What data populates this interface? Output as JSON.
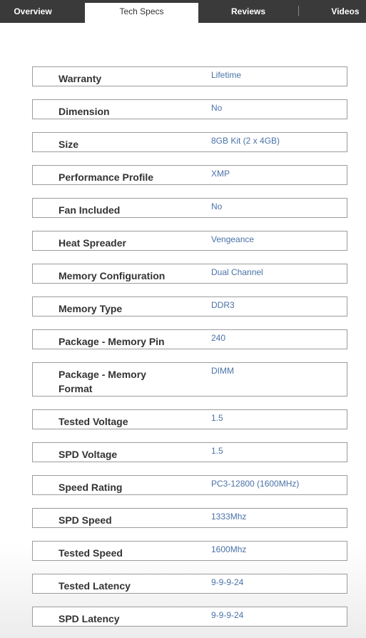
{
  "tabs": [
    {
      "label": "Overview"
    },
    {
      "label": "Tech Specs"
    },
    {
      "label": "Reviews"
    },
    {
      "label": "Videos"
    }
  ],
  "specs": [
    {
      "label": "Warranty",
      "value": "Lifetime"
    },
    {
      "label": "Dimension",
      "value": "No"
    },
    {
      "label": "Size",
      "value": "8GB Kit (2 x 4GB)"
    },
    {
      "label": "Performance Profile",
      "value": "XMP"
    },
    {
      "label": "Fan Included",
      "value": "No"
    },
    {
      "label": "Heat Spreader",
      "value": "Vengeance"
    },
    {
      "label": "Memory Configuration",
      "value": "Dual Channel"
    },
    {
      "label": "Memory Type",
      "value": "DDR3"
    },
    {
      "label": "Package - Memory Pin",
      "value": "240"
    },
    {
      "label": "Package - Memory Format",
      "value": "DIMM"
    },
    {
      "label": "Tested Voltage",
      "value": "1.5"
    },
    {
      "label": "SPD Voltage",
      "value": "1.5"
    },
    {
      "label": "Speed Rating",
      "value": "PC3-12800 (1600MHz)"
    },
    {
      "label": "SPD Speed",
      "value": "1333Mhz"
    },
    {
      "label": "Tested Speed",
      "value": "1600Mhz"
    },
    {
      "label": "Tested Latency",
      "value": "9-9-9-24"
    },
    {
      "label": "SPD Latency",
      "value": "9-9-9-24"
    }
  ]
}
